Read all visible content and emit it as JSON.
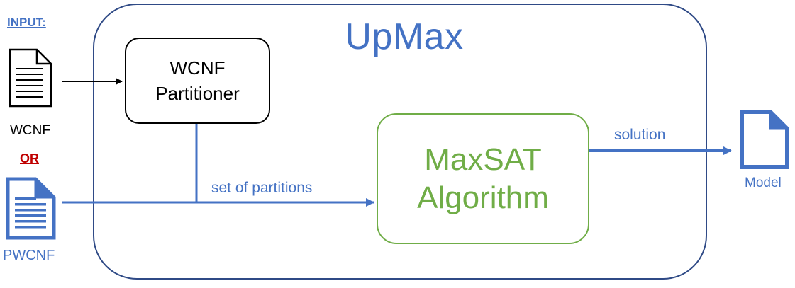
{
  "diagram": {
    "title": "UpMax",
    "input_label": "INPUT:",
    "or_label": "OR",
    "inputs": {
      "wcnf": "WCNF",
      "pwcnf": "PWCNF"
    },
    "partitioner": {
      "line1": "WCNF",
      "line2": "Partitioner"
    },
    "algorithm": {
      "line1": "MaxSAT",
      "line2": "Algorithm"
    },
    "edges": {
      "partitions": "set of partitions",
      "solution": "solution"
    },
    "output": "Model",
    "colors": {
      "blue": "#4472c4",
      "dark_blue": "#2f4a86",
      "green": "#70ad47",
      "red": "#c00000",
      "black": "#000000"
    },
    "icons": {
      "wcnf_file": "text-document-icon",
      "pwcnf_file": "text-document-icon",
      "model_file": "blank-document-icon"
    }
  }
}
